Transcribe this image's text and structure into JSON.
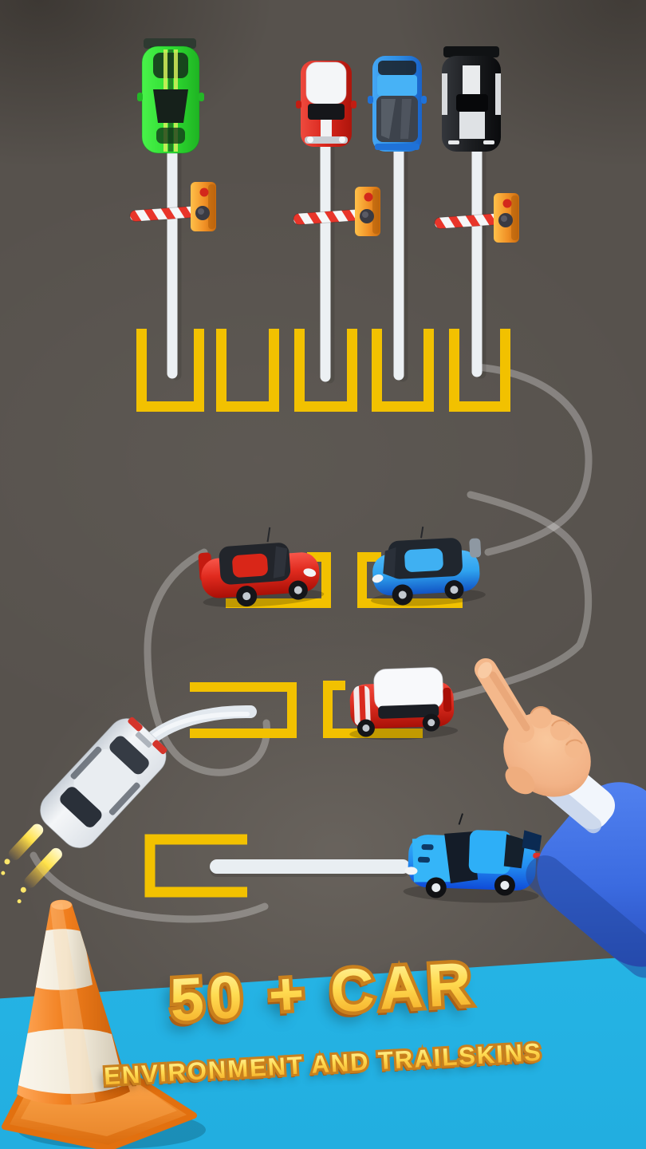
{
  "banner": {
    "headline": "50 + CAR",
    "subheadline": "ENVIRONMENT AND TRAILSKINS",
    "background_color": "#2BBDEC",
    "text_fill_top": "#FFF7AC",
    "text_fill_bottom": "#F2A31E",
    "text_outline_color": "#C9801D"
  },
  "playfield": {
    "background_color": "#57524D",
    "parking_spot_color": "#F2C100",
    "pole_color": "#ECF0F3",
    "trail_bright_color": "#E2E8EE",
    "trail_faint_color": "rgba(255,255,255,0.28)",
    "top_row_cars": [
      {
        "id": "green-race-car",
        "color": "#35DD38",
        "has_barrier": true
      },
      {
        "id": "white-red-mini",
        "color": "#D8251B",
        "has_barrier": true
      },
      {
        "id": "blue-hatchback",
        "color": "#2F8FE4",
        "has_barrier": false
      },
      {
        "id": "black-race-car",
        "color": "#16181B",
        "has_barrier": true
      }
    ],
    "empty_spot_row_count": 5,
    "parked_cars": [
      {
        "id": "red-sedan",
        "color": "#E02A1E"
      },
      {
        "id": "blue-sedan",
        "color": "#2FA3EF"
      },
      {
        "id": "red-white-mini",
        "color": "#D92A1E"
      },
      {
        "id": "blue-sports-car",
        "color": "#1E6FEA"
      },
      {
        "id": "white-drifting-sedan",
        "color": "#F1F3F5"
      }
    ],
    "barrier": {
      "count": 3,
      "arm_stripe_colors": [
        "#E8352A",
        "#F5F7F8"
      ],
      "post_color": "#F09025"
    },
    "hand_pointer": {
      "skin_color": "#F4B88B",
      "sleeve_color": "#3B6BE0",
      "cuff_color": "#F2F6FC"
    },
    "traffic_cone": {
      "orange": "#F07D1C",
      "stripe_white": "#FBF7EE"
    }
  }
}
